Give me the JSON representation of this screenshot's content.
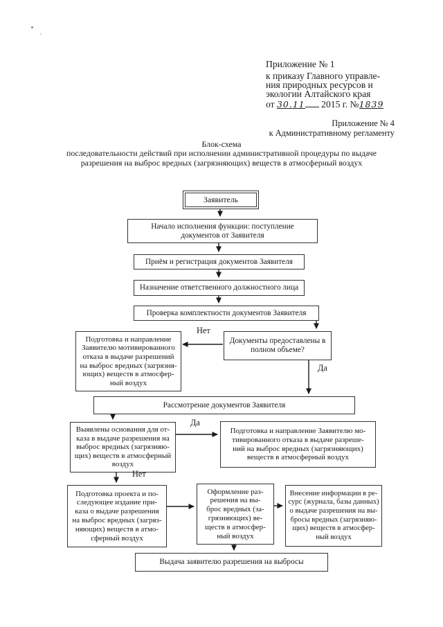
{
  "document": {
    "appendix1": {
      "title": "Приложение № 1",
      "lines": [
        "к приказу Главного управле-",
        "ния природных ресурсов и",
        "экологии Алтайского края"
      ],
      "date_prefix": "от",
      "date_handwritten": "30.11",
      "date_rest": "2015 г.",
      "number_sign": "№",
      "number_handwritten": "1839"
    },
    "appendix4": {
      "line1": "Приложение № 4",
      "line2": "к Административному регламенту"
    },
    "title": {
      "line1": "Блок-схема",
      "line2": "последовательности действий при исполнении административной процедуры по выдаче",
      "line3": "разрешения на выброс вредных (загрязняющих) веществ в атмосферный воздух"
    }
  },
  "flowchart": {
    "nodes": {
      "applicant": {
        "text": "Заявитель"
      },
      "start": {
        "text": "Начало исполнения функции: поступление\nдокументов от Заявителя"
      },
      "receive": {
        "text": "Приём и регистрация документов Заявителя"
      },
      "assign": {
        "text": "Назначение ответственного должностного лица"
      },
      "check": {
        "text": "Проверка комплектности документов Заявителя"
      },
      "decision": {
        "text": "Документы предоставлены в\nполном объеме?"
      },
      "refusal1": {
        "text": "Подготовка и направление\nЗаявителю мотивированного\nотказа в выдаче разрешений\nна выброс вредных (загрязня-\nющих) веществ в атмосфер-\nный воздух"
      },
      "review": {
        "text": "Рассмотрение документов Заявителя"
      },
      "grounds": {
        "text": "Выявлены основания для от-\nказа в выдаче разрешения на\nвыброс вредных (загрязняю-\nщих) веществ в атмосферный\nвоздух"
      },
      "refusal2": {
        "text": "Подготовка и направление Заявителю мо-\nтивированного отказа в выдаче разреше-\nний на выброс вредных (загрязняющих)\nвеществ в атмосферный воздух"
      },
      "draft": {
        "text": "Подготовка проекта и по-\nследующее издание при-\nказа о выдаче разрешения\nна выброс вредных (загряз-\nняющих) веществ в атмо-\nсферный воздух"
      },
      "issue": {
        "text": "Оформление раз-\nрешения на вы-\nброс вредных (за-\nгрязняющих) ве-\nществ в атмосфер-\nный воздух"
      },
      "record": {
        "text": "Внесение информации в ре-\nсурс (журнала, базы данных)\nо выдаче разрешения на вы-\nбросы вредных (загрязняю-\nщих) веществ в атмосфер-\nный воздух"
      },
      "delivery": {
        "text": "Выдача заявителю разрешения на выбросы"
      }
    },
    "edge_labels": {
      "docs_incomplete": "Нет",
      "docs_complete": "Да",
      "grounds_found": "Да",
      "grounds_not_found": "Нет"
    }
  }
}
